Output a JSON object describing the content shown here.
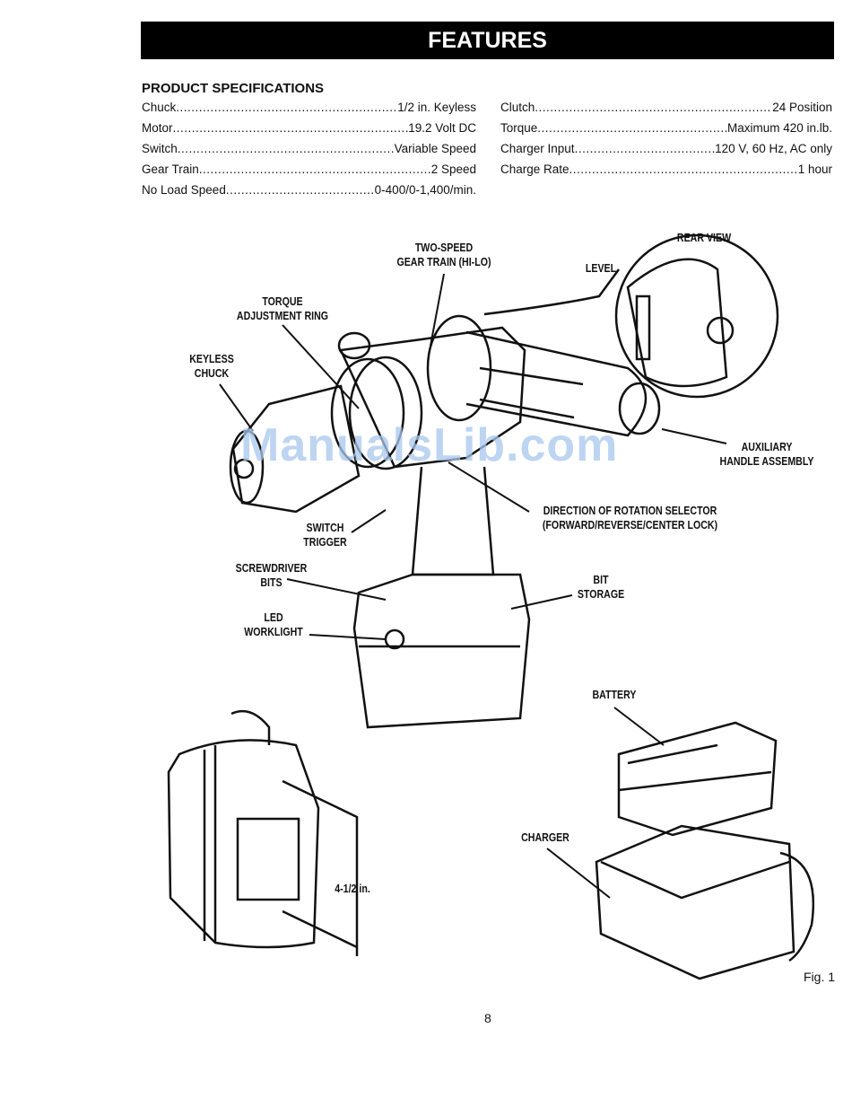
{
  "header": {
    "title": "FEATURES"
  },
  "specs": {
    "title": "PRODUCT SPECIFICATIONS",
    "left": [
      {
        "label": "Chuck",
        "value": "1/2 in. Keyless"
      },
      {
        "label": "Motor",
        "value": "19.2 Volt DC"
      },
      {
        "label": "Switch",
        "value": "Variable Speed"
      },
      {
        "label": "Gear Train",
        "value": "2 Speed"
      },
      {
        "label": "No Load Speed",
        "value": "0-400/0-1,400/min."
      }
    ],
    "right": [
      {
        "label": "Clutch",
        "value": "24 Position"
      },
      {
        "label": "Torque",
        "value": "Maximum 420 in.lb."
      },
      {
        "label": "Charger Input",
        "value": "120 V, 60 Hz, AC only"
      },
      {
        "label": "Charge Rate",
        "value": "1 hour"
      }
    ]
  },
  "figure": {
    "labels": {
      "two_speed_1": "TWO-SPEED",
      "two_speed_2": "GEAR TRAIN (HI-LO)",
      "rear_view": "REAR VIEW",
      "level": "LEVEL",
      "torque_1": "TORQUE",
      "torque_2": "ADJUSTMENT RING",
      "chuck_1": "KEYLESS",
      "chuck_2": "CHUCK",
      "aux_1": "AUXILIARY",
      "aux_2": "HANDLE ASSEMBLY",
      "dir_1": "DIRECTION OF ROTATION SELECTOR",
      "dir_2": "(FORWARD/REVERSE/CENTER LOCK)",
      "switch_1": "SWITCH",
      "switch_2": "TRIGGER",
      "bits_1": "SCREWDRIVER",
      "bits_2": "BITS",
      "storage_1": "BIT",
      "storage_2": "STORAGE",
      "led_1": "LED",
      "led_2": "WORKLIGHT",
      "battery": "BATTERY",
      "charger": "CHARGER",
      "dimension": "4-1/2 in."
    },
    "watermark": "ManualsLib.com",
    "caption": "Fig. 1"
  },
  "footer": {
    "page_number": "8"
  }
}
